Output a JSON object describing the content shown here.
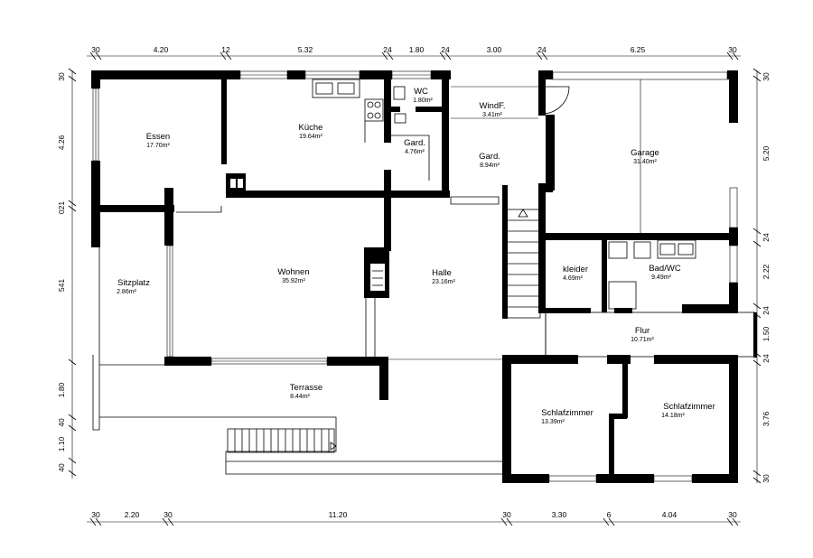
{
  "rooms": {
    "essen": {
      "name": "Essen",
      "area": "17.70m²"
    },
    "kueche": {
      "name": "Küche",
      "area": "19.64m²"
    },
    "wc": {
      "name": "WC",
      "area": "1.80m²"
    },
    "gard_small": {
      "name": "Gard.",
      "area": "4.76m²"
    },
    "windf": {
      "name": "WindF.",
      "area": "3.41m²"
    },
    "gard": {
      "name": "Gard.",
      "area": "8.94m²"
    },
    "garage": {
      "name": "Garage",
      "area": "31.40m²"
    },
    "sitzplatz": {
      "name": "Sitzplatz",
      "area": "2.86m²"
    },
    "wohnen": {
      "name": "Wohnen",
      "area": "35.92m²"
    },
    "halle": {
      "name": "Halle",
      "area": "23.16m²"
    },
    "kleider": {
      "name": "kleider",
      "area": "4.69m²"
    },
    "bad": {
      "name": "Bad/WC",
      "area": "9.49m²"
    },
    "flur": {
      "name": "Flur",
      "area": "10.71m²"
    },
    "terrasse": {
      "name": "Terrasse",
      "area": "8.44m²"
    },
    "schlaf1": {
      "name": "Schlafzimmer",
      "area": "13.39m²"
    },
    "schlaf2": {
      "name": "Schlafzimmer",
      "area": "14.18m²"
    }
  },
  "dims": {
    "top": [
      "30",
      "4.20",
      "12",
      "5.32",
      "24",
      "1.80",
      "24",
      "3.00",
      "24",
      "6.25",
      "30"
    ],
    "bottom": [
      "30",
      "2.20",
      "30",
      "11.20",
      "30",
      "3.30",
      "6",
      "4.04",
      "30"
    ],
    "left": [
      "30",
      "4.26",
      "021",
      "541",
      "1.80",
      "40",
      "1.10",
      "40"
    ],
    "right": [
      "30",
      "5.20",
      "24",
      "2.22",
      "24",
      "1.50",
      "24",
      "3.76",
      "30"
    ]
  },
  "colors": {
    "ink": "#000000",
    "paper": "#ffffff"
  }
}
